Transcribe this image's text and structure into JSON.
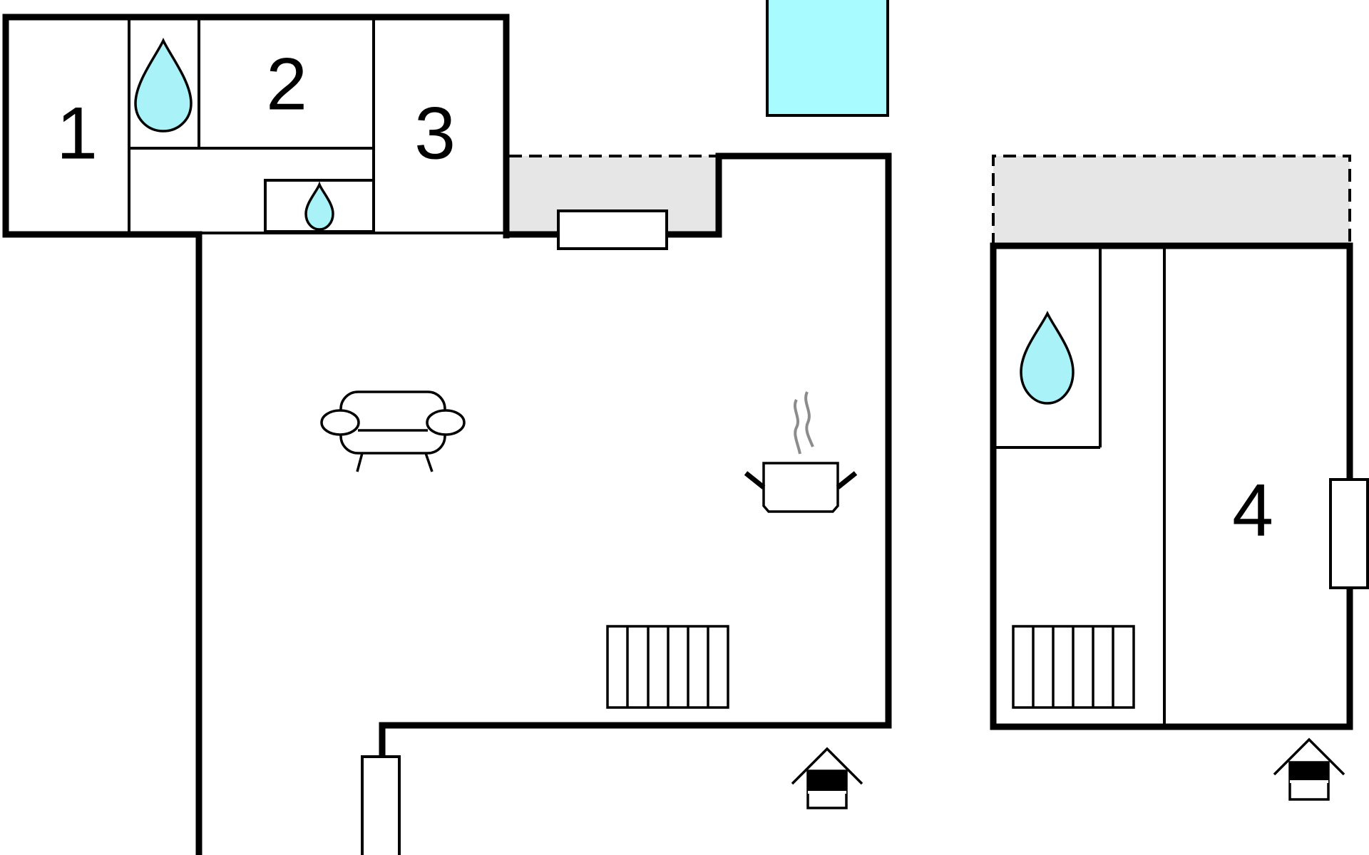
{
  "floor_plan": {
    "rooms": [
      {
        "id": "room-1",
        "number": "1"
      },
      {
        "id": "room-2",
        "number": "2"
      },
      {
        "id": "room-3",
        "number": "3"
      },
      {
        "id": "room-4",
        "number": "4"
      }
    ],
    "colors": {
      "wall": "#000000",
      "water": "#a9f2f8",
      "pool": "#a8fcff",
      "terrace": "#e6e6e6",
      "steam": "#8c8c8c",
      "background": "#ffffff"
    },
    "icons": [
      "water-drop-icon",
      "sofa-icon",
      "cooking-pot-icon",
      "radiator-icon",
      "entrance-icon",
      "pool-icon",
      "window-icon",
      "door-icon"
    ]
  }
}
